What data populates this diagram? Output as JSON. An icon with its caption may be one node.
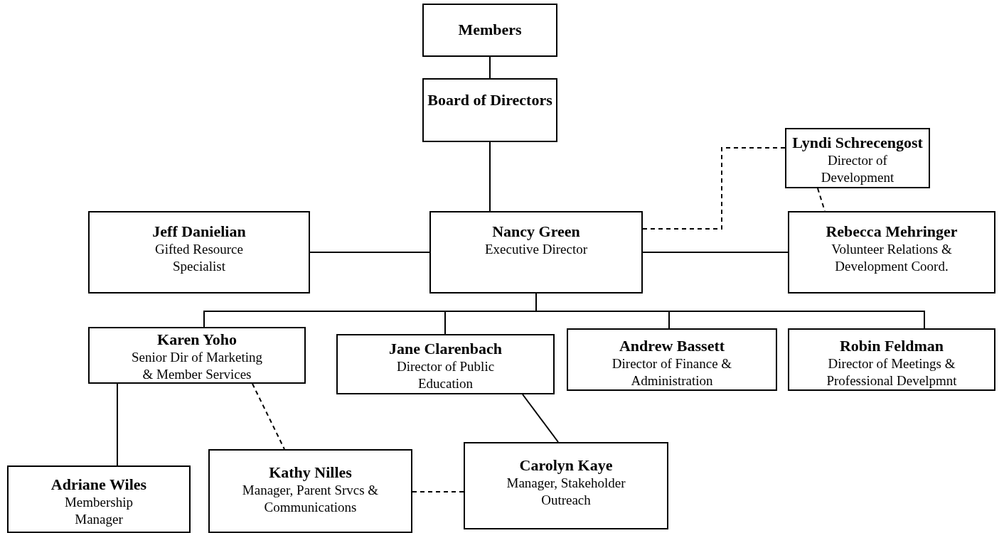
{
  "diagram": {
    "nodes": [
      {
        "text": [
          "Members"
        ]
      },
      {
        "text": [
          "Board of Directors"
        ]
      },
      {
        "text": [
          "Lyndi Schrecengost",
          "Director of Development"
        ]
      },
      {
        "text": [
          "Jeff Danielian",
          "Gifted Resource Specialist"
        ]
      },
      {
        "text": [
          "Nancy Green",
          "Executive Director"
        ]
      },
      {
        "text": [
          "Rebecca Mehringer",
          "Volunteer Relations & Development Coord."
        ]
      },
      {
        "text": [
          "Karen Yoho",
          "Senior Dir of Marketing & Member Services"
        ]
      },
      {
        "text": [
          "Jane Clarenbach",
          "Director of Public Education"
        ]
      },
      {
        "text": [
          "Andrew Bassett",
          "Director of Finance & Administration"
        ]
      },
      {
        "text": [
          "Robin Feldman",
          "Director of Meetings & Professional Develpmnt"
        ]
      },
      {
        "text": [
          "Adriane Wiles",
          "Membership Manager"
        ]
      },
      {
        "text": [
          "Kathy Nilles",
          "Manager, Parent Srvcs & Communications"
        ]
      },
      {
        "text": [
          "Carolyn Kaye",
          "Manager, Stakeholder Outreach"
        ]
      }
    ],
    "edges": [
      {
        "from": 0,
        "to": 1,
        "arrow": "none"
      },
      {
        "from": 1,
        "to": 4,
        "arrow": "none"
      },
      {
        "from": 4,
        "to": 2,
        "arrow": "none",
        "style": "dashed"
      },
      {
        "from": 2,
        "to": 5,
        "arrow": "none",
        "style": "dashed"
      },
      {
        "from": 3,
        "to": 4,
        "arrow": "none"
      },
      {
        "from": 4,
        "to": 5,
        "arrow": "none"
      },
      {
        "from": 4,
        "to": 6,
        "arrow": "none"
      },
      {
        "from": 4,
        "to": 7,
        "arrow": "none"
      },
      {
        "from": 4,
        "to": 8,
        "arrow": "none"
      },
      {
        "from": 4,
        "to": 9,
        "arrow": "none"
      },
      {
        "from": 6,
        "to": 10,
        "arrow": "none"
      },
      {
        "from": 6,
        "to": 11,
        "arrow": "none",
        "style": "dashed"
      },
      {
        "from": 7,
        "to": 12,
        "arrow": "none"
      },
      {
        "from": 11,
        "to": 12,
        "arrow": "none",
        "style": "dashed"
      }
    ]
  }
}
